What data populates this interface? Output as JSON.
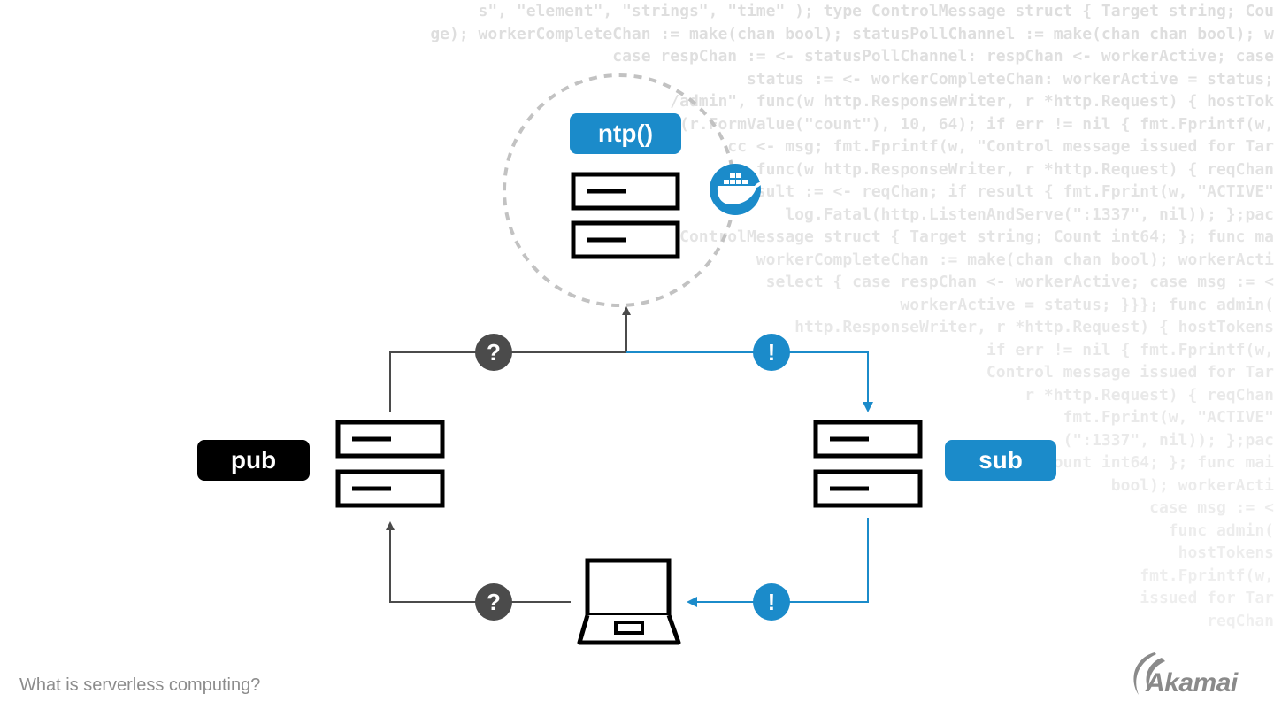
{
  "background_code": [
    "s\", \"element\", \"strings\", \"time\" ); type ControlMessage struct { Target string; Cou",
    "ge); workerCompleteChan := make(chan bool); statusPollChannel := make(chan chan bool); w",
    "case respChan := <- statusPollChannel: respChan <- workerActive; case",
    "status := <- workerCompleteChan: workerActive = status;",
    "/admin\", func(w http.ResponseWriter, r *http.Request) { hostTok",
    "ParseInt(r.FormValue(\"count\"), 10, 64); if err != nil { fmt.Fprintf(w,",
    "cc <- msg; fmt.Fprintf(w, \"Control message issued for Tar",
    "func(w http.ResponseWriter, r *http.Request) { reqChan",
    "result := <- reqChan; if result { fmt.Fprint(w, \"ACTIVE\"",
    "log.Fatal(http.ListenAndServe(\":1337\", nil)); };pac",
    "type ControlMessage struct { Target string; Count int64; }; func ma",
    "workerCompleteChan := make(chan chan bool); workerActi",
    "select { case respChan <- workerActive; case msg := <",
    "workerActive = status; }}}; func admin(",
    "http.ResponseWriter, r *http.Request) { hostTokens",
    "if err != nil { fmt.Fprintf(w,",
    "Control message issued for Tar",
    "r *http.Request) { reqChan",
    "fmt.Fprint(w, \"ACTIVE\"",
    "(\":1337\", nil)); };pac",
    "Count int64; }; func mai",
    "bool); workerActi",
    "case msg := <",
    "func admin(",
    "hostTokens",
    "fmt.Fprintf(w,",
    "issued for Tar",
    "reqChan"
  ],
  "labels": {
    "ntp": "ntp()",
    "pub": "pub",
    "sub": "sub"
  },
  "badges": {
    "query_symbol": "?",
    "alert_symbol": "!"
  },
  "caption": "What is serverless computing?",
  "brand": "Akamai",
  "icons": {
    "container": "docker-whale-icon",
    "client": "laptop-icon",
    "server": "server-rack-icon"
  },
  "colors": {
    "accent_blue": "#1b8bca",
    "dark_gray": "#4b4b4b",
    "black": "#000000",
    "dashed_circle": "#c2c2c2",
    "caption_gray": "#8c8c8c"
  }
}
